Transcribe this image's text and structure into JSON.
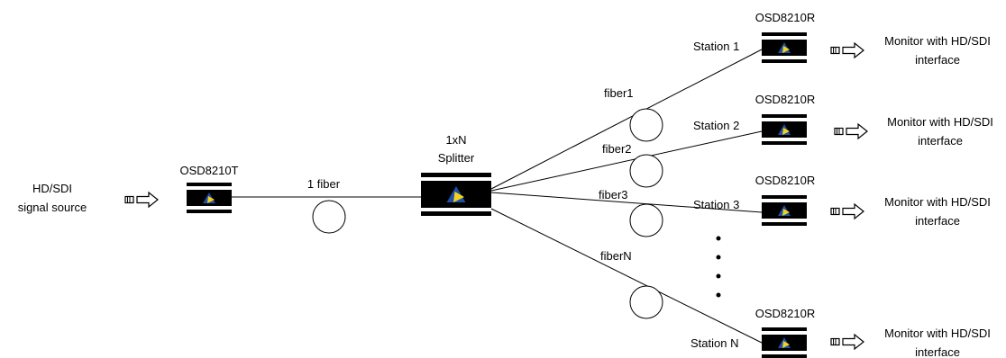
{
  "source": {
    "line1": "HD/SDI",
    "line2": "signal source"
  },
  "transmitter": {
    "label": "OSD8210T"
  },
  "trunk_fiber": {
    "label": "1 fiber"
  },
  "splitter": {
    "line1": "1xN",
    "line2": "Splitter"
  },
  "branches": [
    {
      "fiber_label": "fiber1",
      "receiver_label": "OSD8210R",
      "station_label": "Station 1",
      "monitor_line1": "Monitor with HD/SDI",
      "monitor_line2": "interface"
    },
    {
      "fiber_label": "fiber2",
      "receiver_label": "OSD8210R",
      "station_label": "Station 2",
      "monitor_line1": "Monitor with HD/SDI",
      "monitor_line2": "interface"
    },
    {
      "fiber_label": "fiber3",
      "receiver_label": "OSD8210R",
      "station_label": "Station 3",
      "monitor_line1": "Monitor with HD/SDI",
      "monitor_line2": "interface"
    },
    {
      "fiber_label": "fiberN",
      "receiver_label": "OSD8210R",
      "station_label": "Station N",
      "monitor_line1": "Monitor with HD/SDI",
      "monitor_line2": "interface"
    }
  ],
  "colors": {
    "device_body": "#000000",
    "logo_yellow": "#f2d21b",
    "logo_blue": "#1f4fa8",
    "line": "#000000"
  },
  "icons": {
    "device": "fiber-optic-device-icon",
    "connector": "bnc-arrow-icon",
    "fiber_coil": "fiber-loop-icon"
  }
}
